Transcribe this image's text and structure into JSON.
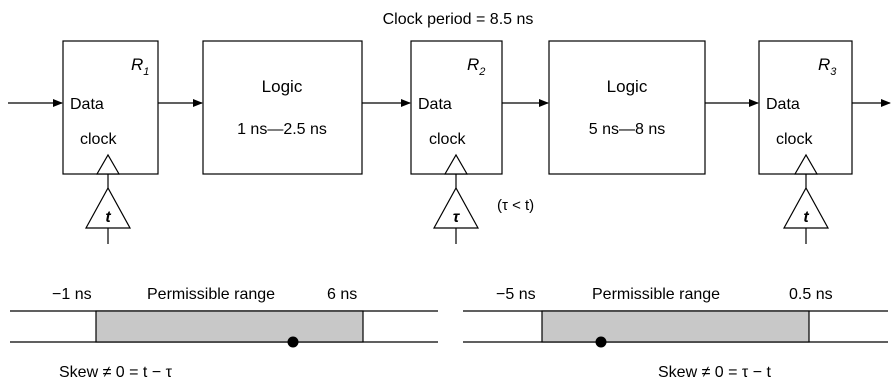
{
  "title": "Clock period = 8.5 ns",
  "registers": [
    {
      "name": "R",
      "sub": "1",
      "data": "Data",
      "clock": "clock",
      "buffer": "t"
    },
    {
      "name": "R",
      "sub": "2",
      "data": "Data",
      "clock": "clock",
      "buffer": "τ"
    },
    {
      "name": "R",
      "sub": "3",
      "data": "Data",
      "clock": "clock",
      "buffer": "t"
    }
  ],
  "logic": [
    {
      "label": "Logic",
      "delay": "1 ns—2.5 ns"
    },
    {
      "label": "Logic",
      "delay": "5 ns—8 ns"
    }
  ],
  "tau_condition": "(τ < t)",
  "ranges": [
    {
      "min_label": "−1 ns",
      "label": "Permissible range",
      "max_label": "6 ns",
      "skew": "Skew ≠ 0 = t − τ"
    },
    {
      "min_label": "−5 ns",
      "label": "Permissible range",
      "max_label": "0.5 ns",
      "skew": "Skew ≠ 0 = τ − t"
    }
  ]
}
